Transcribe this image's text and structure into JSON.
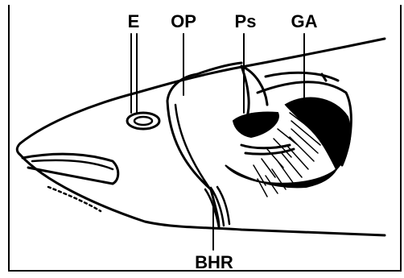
{
  "labels": {
    "eye": "E",
    "operculum": "OP",
    "pseudobranch": "Ps",
    "gill_arches": "GA",
    "branchiostegal_rays": "BHR"
  }
}
